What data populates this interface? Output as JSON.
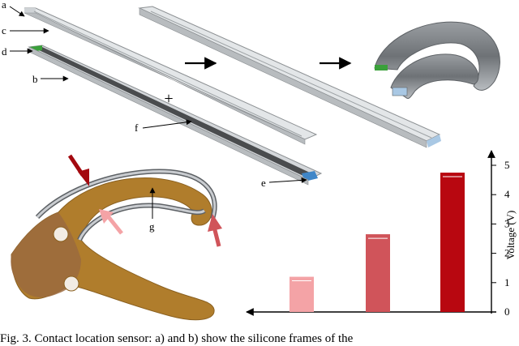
{
  "panel_labels": {
    "a": "a",
    "b": "b",
    "c": "c",
    "d": "d",
    "e": "e",
    "f": "f",
    "g": "g"
  },
  "plus_sign": "+",
  "caption": "Fig. 3.   Contact location sensor: a) and b) show the silicone frames of the",
  "colors": {
    "frame_gray": "#cfd3d6",
    "strip_dark": "#4a4c4e",
    "electrode_green": "#3aa03a",
    "electrode_blue": "#3f86c8",
    "gripper_ochre": "#b07d2c",
    "gripper_brown": "#9b6a3e",
    "bar_light": "#f4a3a6",
    "bar_mid": "#d0545a",
    "bar_dark": "#b80710"
  },
  "chart_data": {
    "type": "bar",
    "categories": [
      "",
      "",
      ""
    ],
    "values": [
      1.2,
      2.65,
      4.75
    ],
    "ylabel": "Voltage (V)",
    "ylim": [
      0,
      5.3
    ],
    "yticks": [
      "0",
      "1",
      "2",
      "3",
      "4",
      "5"
    ],
    "grid": false,
    "bar_colors": [
      "#f4a3a6",
      "#d0545a",
      "#b80710"
    ],
    "x_axis_direction": "right-to-left arrow"
  }
}
